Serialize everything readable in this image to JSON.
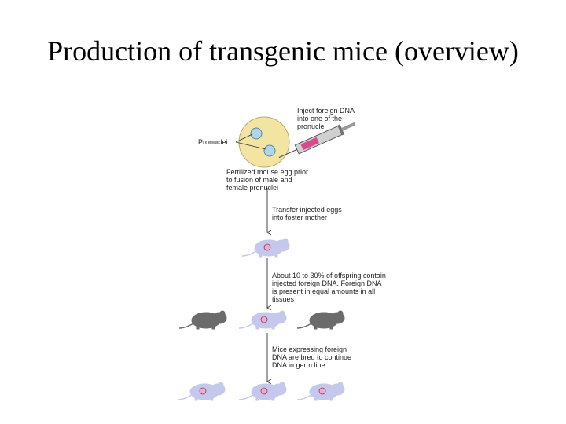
{
  "title": "Production of transgenic mice (overview)",
  "diagram": {
    "pronuclei_label": "Pronuclei",
    "inject_label": [
      "Inject foreign DNA",
      "into one of the",
      "pronuclei"
    ],
    "egg_label": [
      "Fertilized mouse egg prior",
      "to fusion of male and",
      "female pronuclei"
    ],
    "transfer_label": [
      "Transfer injected eggs",
      "into foster mother"
    ],
    "offspring_label": [
      "About 10 to 30% of offspring contain",
      "injected foreign DNA. Foreign DNA",
      "is present in equal amounts in all",
      "tissues"
    ],
    "breed_label": [
      "Mice expressing foreign",
      "DNA are bred to continue",
      "DNA in germ line"
    ]
  },
  "colors": {
    "egg_fill": "#f4e4a1",
    "pronucleus_fill": "#aed4ee",
    "mouse_transgenic": "#c4c8ec",
    "mouse_normal": "#6b6b6b",
    "syringe_dna": "#d84a8a"
  }
}
